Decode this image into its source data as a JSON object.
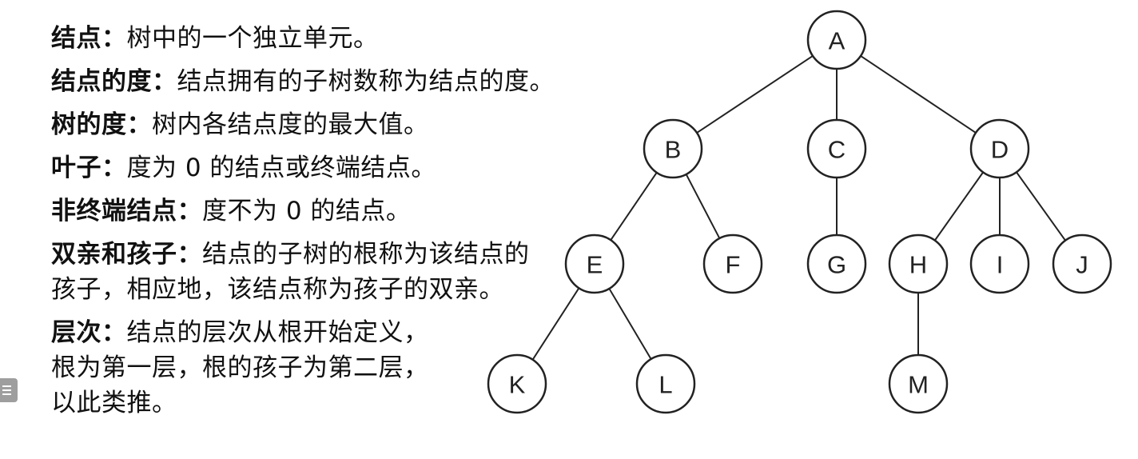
{
  "definitions": [
    {
      "term": "结点：",
      "lines": [
        "树中的一个独立单元。"
      ]
    },
    {
      "term": "结点的度：",
      "lines": [
        "结点拥有的子树数称为结点的度。"
      ]
    },
    {
      "term": "树的度：",
      "lines": [
        "树内各结点度的最大值。"
      ]
    },
    {
      "term": "叶子：",
      "lines": [
        "度为 0 的结点或终端结点。"
      ]
    },
    {
      "term": "非终端结点：",
      "lines": [
        "度不为 0 的结点。"
      ]
    },
    {
      "term": "双亲和孩子：",
      "lines": [
        "结点的子树的根称为该结点的",
        "孩子，相应地，该结点称为孩子的双亲。"
      ]
    },
    {
      "term": "层次：",
      "lines": [
        "结点的层次从根开始定义，",
        "根为第一层，根的孩子为第二层，",
        "以此类推。"
      ]
    }
  ],
  "tree": {
    "nodes": [
      "A",
      "B",
      "C",
      "D",
      "E",
      "F",
      "G",
      "H",
      "I",
      "J",
      "K",
      "L",
      "M"
    ],
    "edges": [
      [
        "A",
        "B"
      ],
      [
        "A",
        "C"
      ],
      [
        "A",
        "D"
      ],
      [
        "B",
        "E"
      ],
      [
        "B",
        "F"
      ],
      [
        "C",
        "G"
      ],
      [
        "D",
        "H"
      ],
      [
        "D",
        "I"
      ],
      [
        "D",
        "J"
      ],
      [
        "E",
        "K"
      ],
      [
        "E",
        "L"
      ],
      [
        "H",
        "M"
      ]
    ]
  },
  "icons": {
    "menu": "menu-icon"
  }
}
